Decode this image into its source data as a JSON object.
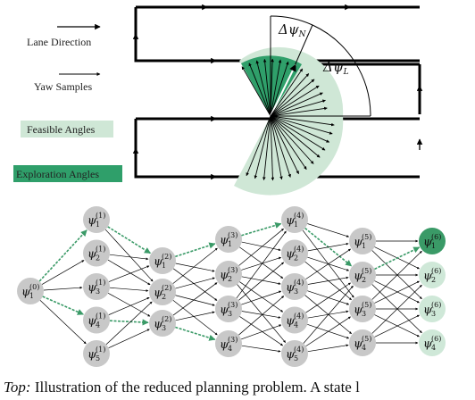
{
  "legend": {
    "lane_direction": "Lane Direction",
    "yaw_samples": "Yaw Samples",
    "feasible_angles": "Feasible Angles",
    "exploration_angles": "Exploration Angles"
  },
  "angles": {
    "delta_psi_n": "Δψ",
    "delta_psi_n_sub": "N",
    "delta_psi_l": "Δψ",
    "delta_psi_l_sub": "L"
  },
  "colors": {
    "feasible": "#cfe7d6",
    "exploration": "#2f9f6a",
    "node_gray": "#c8c8c8",
    "node_dark_green": "#3a9a67",
    "node_light_green": "#cfe8d8",
    "highlight_arrow": "#3a9a67"
  },
  "graph": {
    "symbol": "ψ",
    "columns": [
      {
        "nodes": [
          {
            "idx": "1",
            "step": "(0)"
          }
        ]
      },
      {
        "nodes": [
          {
            "idx": "1",
            "step": "(1)"
          },
          {
            "idx": "2",
            "step": "(1)"
          },
          {
            "idx": "3",
            "step": "(1)"
          },
          {
            "idx": "4",
            "step": "(1)"
          },
          {
            "idx": "5",
            "step": "(1)"
          }
        ]
      },
      {
        "nodes": [
          {
            "idx": "1",
            "step": "(2)"
          },
          {
            "idx": "2",
            "step": "(2)"
          },
          {
            "idx": "3",
            "step": "(2)"
          }
        ]
      },
      {
        "nodes": [
          {
            "idx": "1",
            "step": "(3)"
          },
          {
            "idx": "2",
            "step": "(3)"
          },
          {
            "idx": "3",
            "step": "(3)"
          },
          {
            "idx": "4",
            "step": "(3)"
          }
        ]
      },
      {
        "nodes": [
          {
            "idx": "1",
            "step": "(4)"
          },
          {
            "idx": "2",
            "step": "(4)"
          },
          {
            "idx": "3",
            "step": "(4)"
          },
          {
            "idx": "4",
            "step": "(4)"
          },
          {
            "idx": "5",
            "step": "(4)"
          }
        ]
      },
      {
        "nodes": [
          {
            "idx": "1",
            "step": "(5)"
          },
          {
            "idx": "2",
            "step": "(5)"
          },
          {
            "idx": "3",
            "step": "(5)"
          },
          {
            "idx": "4",
            "step": "(5)"
          }
        ]
      },
      {
        "nodes": [
          {
            "idx": "1",
            "step": "(6)"
          },
          {
            "idx": "2",
            "step": "(6)"
          },
          {
            "idx": "3",
            "step": "(6)"
          },
          {
            "idx": "4",
            "step": "(6)"
          }
        ]
      }
    ]
  },
  "caption": {
    "lead": "Top:",
    "text": " Illustration of the reduced planning problem. A state l"
  }
}
